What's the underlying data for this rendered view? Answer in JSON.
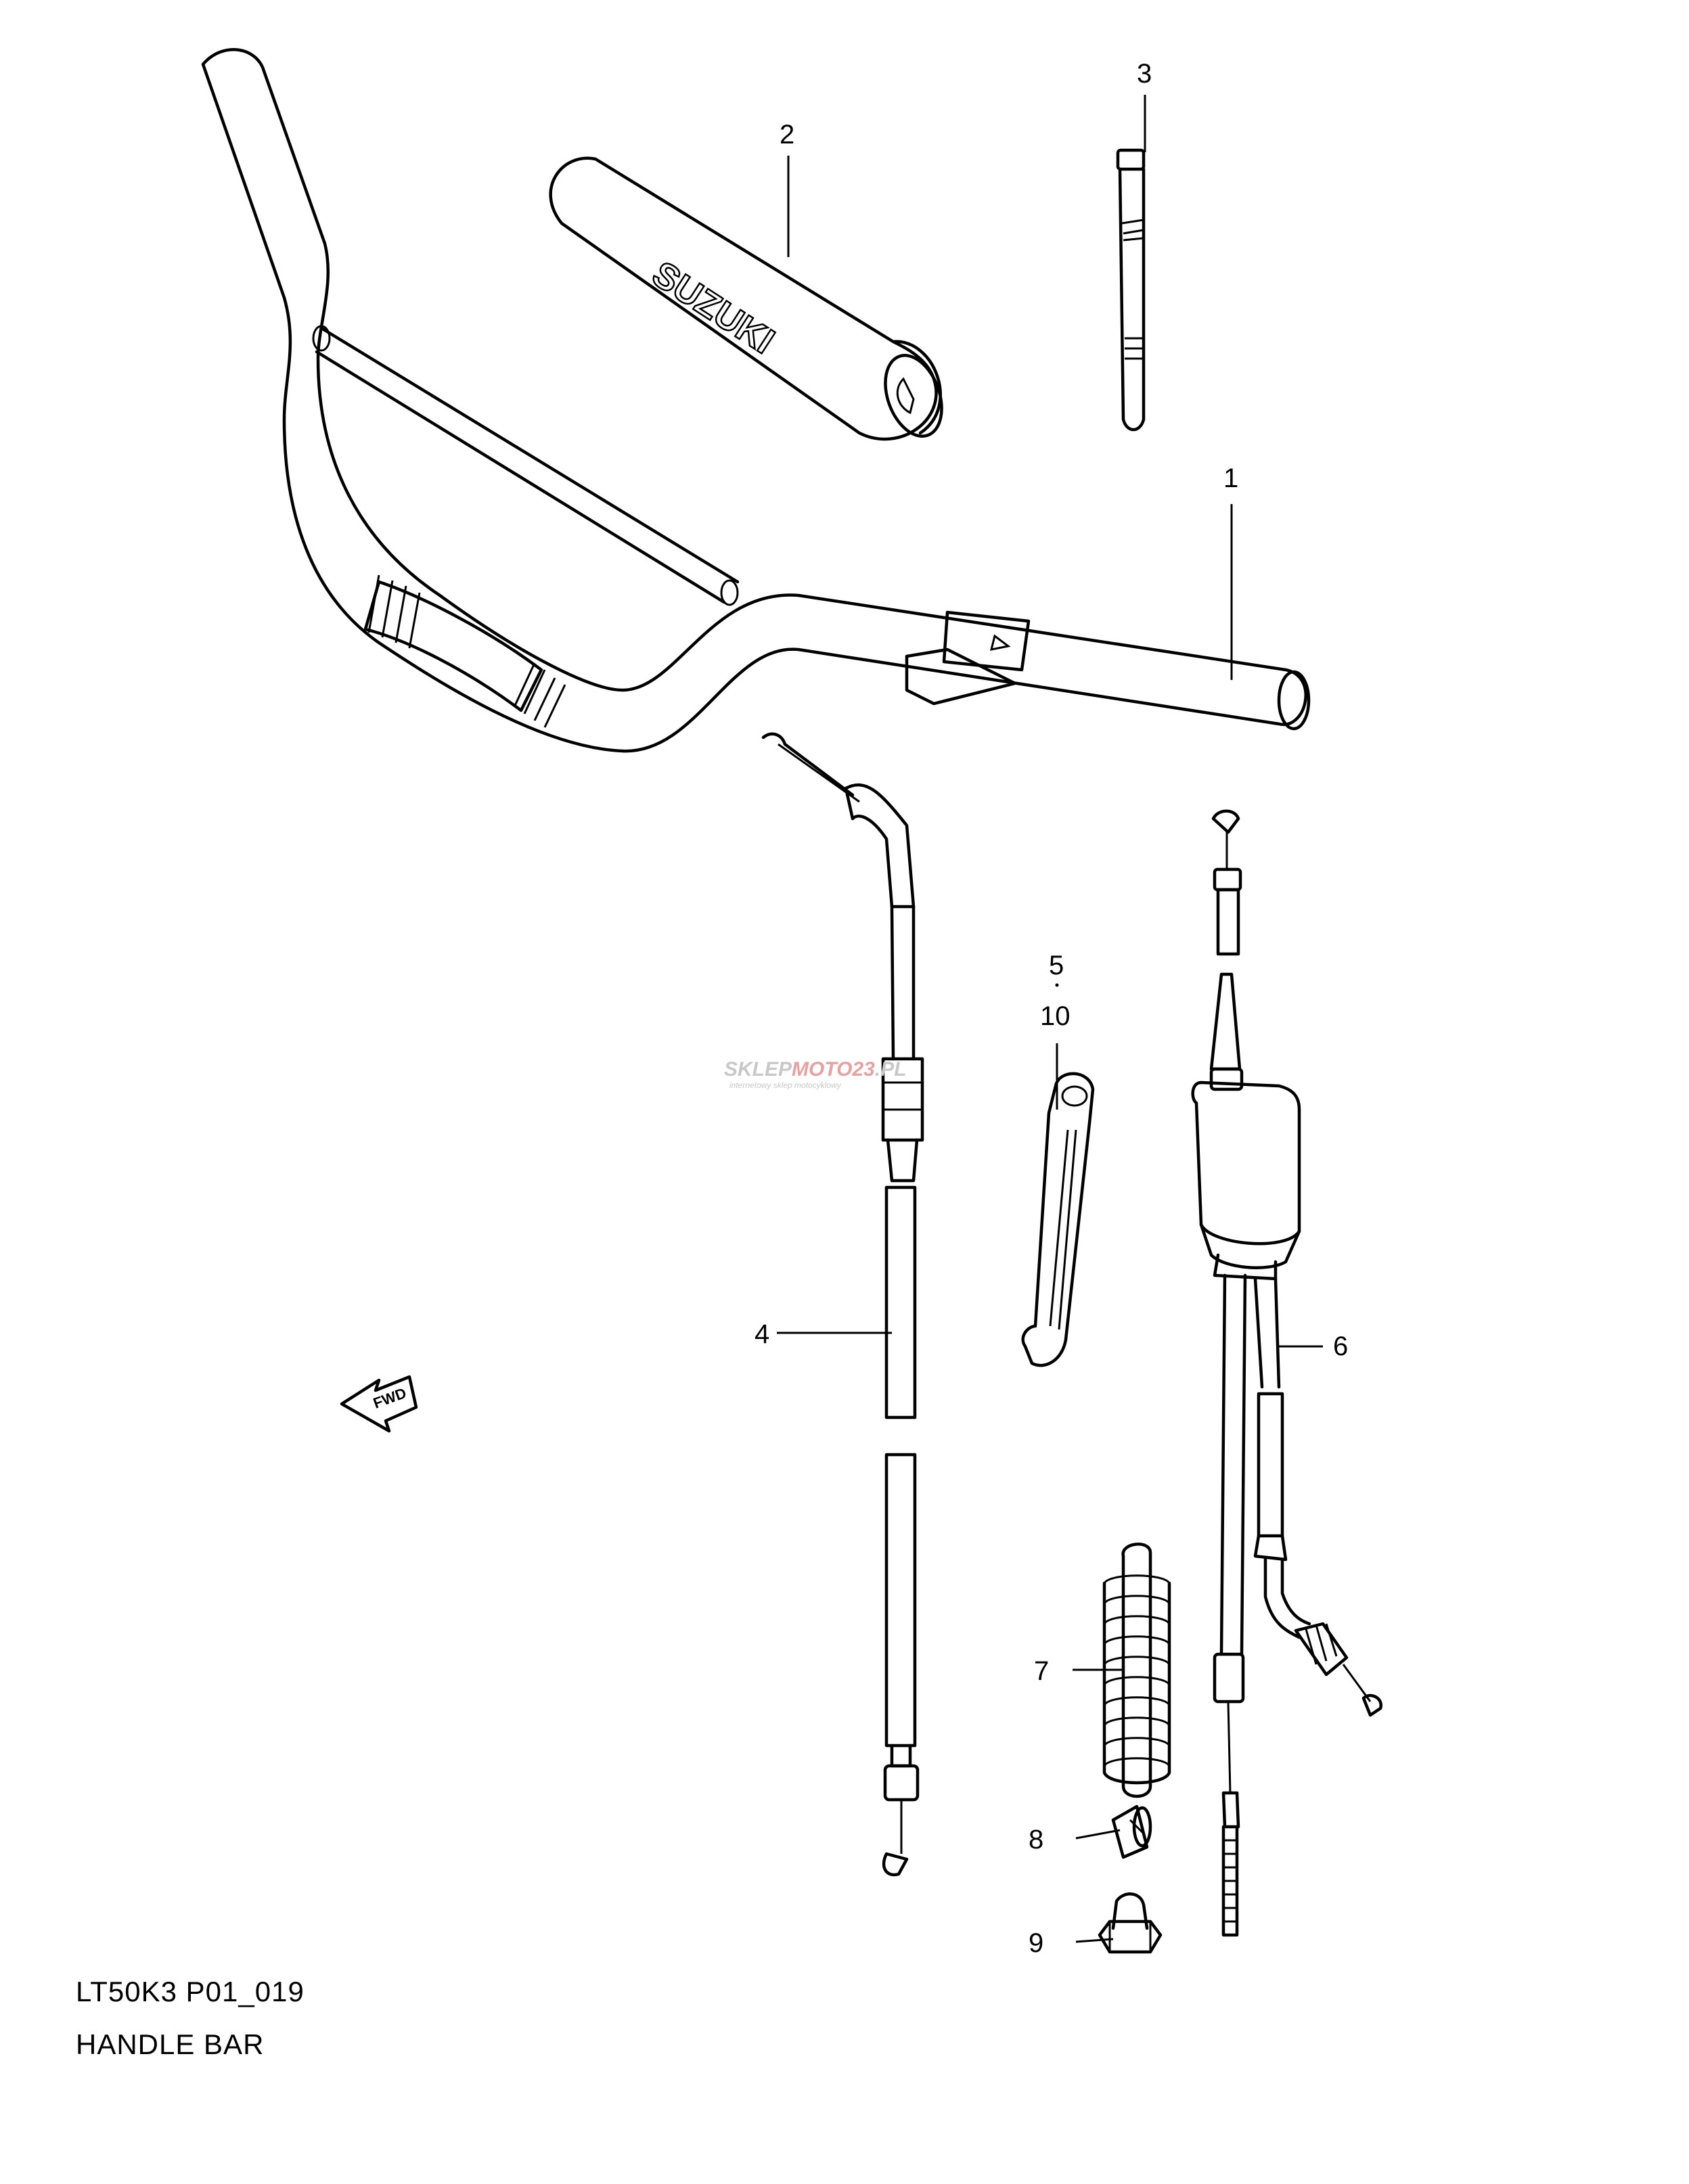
{
  "diagram": {
    "code": "LT50K3 P01_019",
    "title": "HANDLE BAR",
    "brand_mark": "SUZUKI",
    "fwd_mark": "FWD",
    "watermark": {
      "text_gray": "SKLEP",
      "text_red1": "MOTO",
      "text_red2": "23",
      "text_suffix": ".PL",
      "tagline": "internetowy sklep motocyklowy",
      "color_gray": "#c8c8c8",
      "color_red": "#e8a0a0"
    },
    "callouts": [
      {
        "number": "1"
      },
      {
        "number": "2"
      },
      {
        "number": "3"
      },
      {
        "number": "4"
      },
      {
        "number": "5"
      },
      {
        "number": "10"
      },
      {
        "number": "6"
      },
      {
        "number": "7"
      },
      {
        "number": "8"
      },
      {
        "number": "9"
      }
    ],
    "line_color": "#000000",
    "background": "#ffffff"
  }
}
